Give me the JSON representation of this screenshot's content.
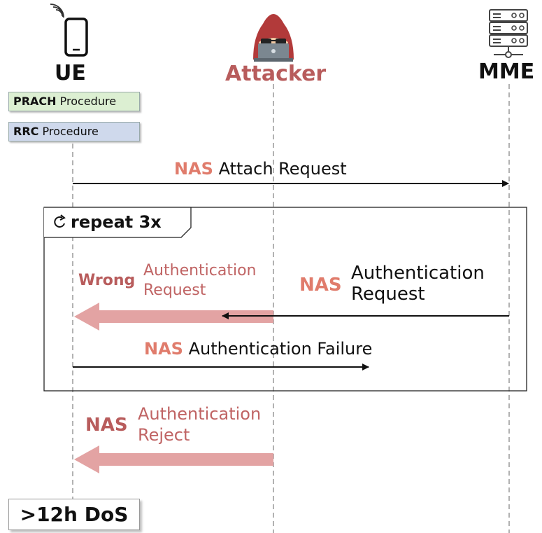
{
  "actors": {
    "ue": "UE",
    "attacker": "Attacker",
    "mme": "MME"
  },
  "procedures": {
    "prach": {
      "bold": "PRACH",
      "rest": "Procedure"
    },
    "rrc": {
      "bold": "RRC",
      "rest": "Procedure"
    }
  },
  "messages": {
    "attach": {
      "prefix": "NAS",
      "text": "Attach Request"
    },
    "auth_req_mme": {
      "prefix": "NAS",
      "line1": "Authentication",
      "line2": "Request"
    },
    "auth_req_attacker": {
      "prefix": "Wrong",
      "line1": "Authentication",
      "line2": "Request"
    },
    "auth_failure": {
      "prefix": "NAS",
      "text": "Authentication Failure"
    },
    "auth_reject": {
      "prefix": "NAS",
      "line1": "Authentication",
      "line2": "Reject"
    }
  },
  "loop": {
    "label": "repeat 3x"
  },
  "outcome": {
    "label": ">12h DoS"
  },
  "colors": {
    "nas_accent": "#e07c6c",
    "attacker_red": "#b85c5c",
    "attack_arrow": "#e3a3a3",
    "prach_fill": "#dcefd2",
    "rrc_fill": "#cfd9ec"
  },
  "icons": [
    "phone-icon",
    "hacker-icon",
    "server-icon"
  ]
}
